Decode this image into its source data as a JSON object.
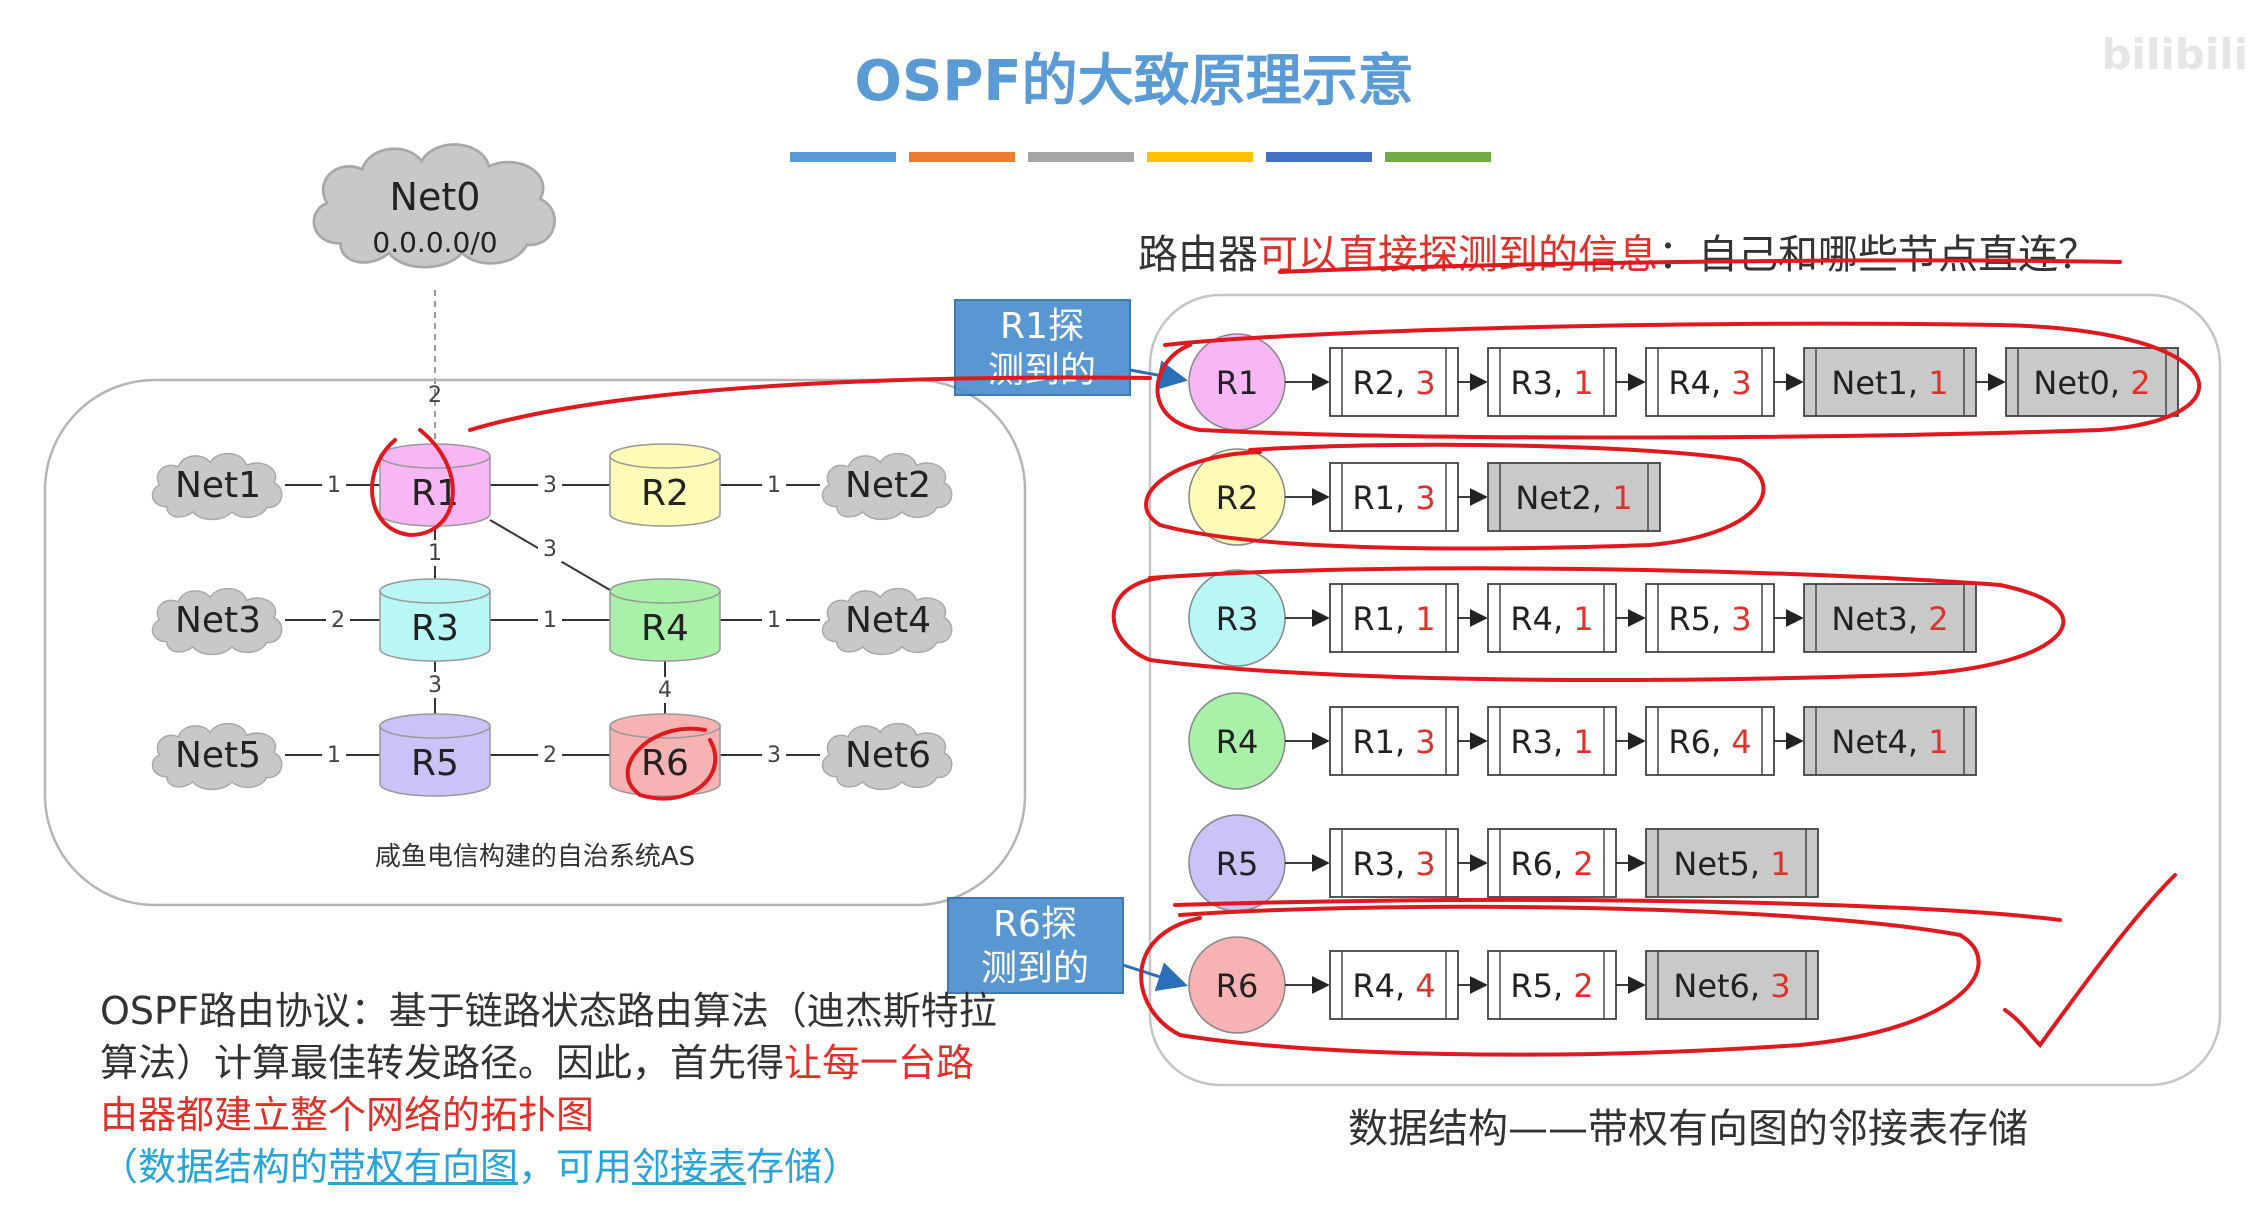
{
  "title": "OSPF的大致原理示意",
  "color_bar": [
    "#5b9bd5",
    "#ed7d31",
    "#a5a5a5",
    "#ffc000",
    "#4472c4",
    "#70ad47"
  ],
  "watermark": "bilibili",
  "net0": {
    "name": "Net0",
    "addr": "0.0.0.0/0",
    "link_cost": "2"
  },
  "as_caption": "咸鱼电信构建的自治系统AS",
  "routers": [
    {
      "id": "R1",
      "color": "#f7b7f4"
    },
    {
      "id": "R2",
      "color": "#fdfbb6"
    },
    {
      "id": "R3",
      "color": "#b9f7f7"
    },
    {
      "id": "R4",
      "color": "#a9f0a9"
    },
    {
      "id": "R5",
      "color": "#c9c3f7"
    },
    {
      "id": "R6",
      "color": "#f7b3b3"
    }
  ],
  "nets": [
    "Net1",
    "Net2",
    "Net3",
    "Net4",
    "Net5",
    "Net6"
  ],
  "edge_costs": {
    "net1_r1": "1",
    "r1_r2": "3",
    "r2_net2": "1",
    "r1_r3": "1",
    "r1_r4": "3",
    "net3_r3": "2",
    "r3_r4": "1",
    "r4_net4": "1",
    "r3_r5": "3",
    "r4_r6": "4",
    "net5_r5": "1",
    "r5_r6": "2",
    "r6_net6": "3"
  },
  "heading": {
    "prefix": "路由器",
    "highlight": "可以直接探测到的信息",
    "suffix": "：自己和哪些节点直连？"
  },
  "callouts": {
    "r1": [
      "R1探",
      "测到的"
    ],
    "r6": [
      "R6探",
      "测到的"
    ]
  },
  "adjacency": [
    {
      "node": "R1",
      "color": "#f7b7f4",
      "entries": [
        {
          "name": "R2",
          "cost": "3",
          "net": false
        },
        {
          "name": "R3",
          "cost": "1",
          "net": false
        },
        {
          "name": "R4",
          "cost": "3",
          "net": false
        },
        {
          "name": "Net1",
          "cost": "1",
          "net": true
        },
        {
          "name": "Net0",
          "cost": "2",
          "net": true
        }
      ]
    },
    {
      "node": "R2",
      "color": "#fdfbb6",
      "entries": [
        {
          "name": "R1",
          "cost": "3",
          "net": false
        },
        {
          "name": "Net2",
          "cost": "1",
          "net": true
        }
      ]
    },
    {
      "node": "R3",
      "color": "#b9f7f7",
      "entries": [
        {
          "name": "R1",
          "cost": "1",
          "net": false
        },
        {
          "name": "R4",
          "cost": "1",
          "net": false
        },
        {
          "name": "R5",
          "cost": "3",
          "net": false
        },
        {
          "name": "Net3",
          "cost": "2",
          "net": true
        }
      ]
    },
    {
      "node": "R4",
      "color": "#a9f0a9",
      "entries": [
        {
          "name": "R1",
          "cost": "3",
          "net": false
        },
        {
          "name": "R3",
          "cost": "1",
          "net": false
        },
        {
          "name": "R6",
          "cost": "4",
          "net": false
        },
        {
          "name": "Net4",
          "cost": "1",
          "net": true
        }
      ]
    },
    {
      "node": "R5",
      "color": "#c9c3f7",
      "entries": [
        {
          "name": "R3",
          "cost": "3",
          "net": false
        },
        {
          "name": "R6",
          "cost": "2",
          "net": false
        },
        {
          "name": "Net5",
          "cost": "1",
          "net": true
        }
      ]
    },
    {
      "node": "R6",
      "color": "#f7b3b3",
      "entries": [
        {
          "name": "R4",
          "cost": "4",
          "net": false
        },
        {
          "name": "R5",
          "cost": "2",
          "net": false
        },
        {
          "name": "Net6",
          "cost": "3",
          "net": true
        }
      ]
    }
  ],
  "ds_caption": "数据结构——带权有向图的邻接表存储",
  "paragraph": {
    "p1": "OSPF路由协议：基于链路状态路由算法（迪杰斯特拉算法）计算最佳转发路径。因此，首先得",
    "p2_red": "让每一台路由器都建立整个网络的拓扑图",
    "p3_a": "（数据结构的",
    "p3_u1": "带权有向图",
    "p3_b": "，可用",
    "p3_u2": "邻接表",
    "p3_c": "存储）"
  }
}
